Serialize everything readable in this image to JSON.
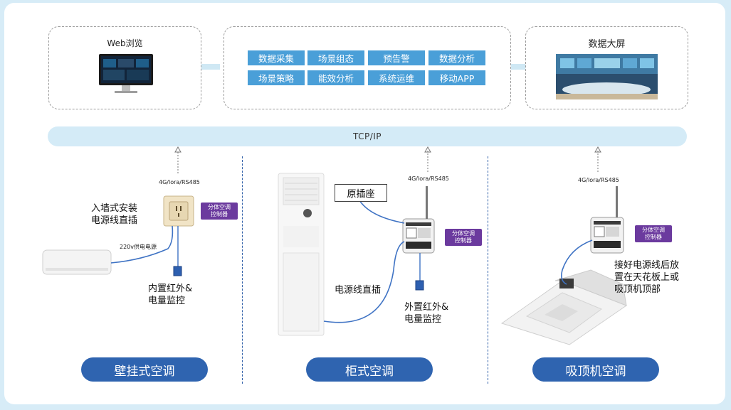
{
  "top": {
    "web_title": "Web浏览",
    "screen_title": "数据大屏",
    "functions": [
      "数据采集",
      "场景组态",
      "预告警",
      "数据分析",
      "场景策略",
      "能效分析",
      "系统运维",
      "移动APP"
    ]
  },
  "network": {
    "label": "TCP/IP"
  },
  "panels": [
    {
      "comm": "4G/lora/RS485",
      "install_note": [
        "入墙式安装",
        "电源线直插"
      ],
      "power_label": "220v供电电源",
      "sensor_note": [
        "内置红外&",
        "电量监控"
      ],
      "tag": [
        "分体空调",
        "控制器"
      ],
      "name": "壁挂式空调"
    },
    {
      "comm": "4G/lora/RS485",
      "socket_label": "原插座",
      "cable_note": "电源线直插",
      "sensor_note": [
        "外置红外&",
        "电量监控"
      ],
      "tag": [
        "分体空调",
        "控制器"
      ],
      "name": "柜式空调"
    },
    {
      "comm": "4G/lora/RS485",
      "install_note": [
        "接好电源线后放",
        "置在天花板上或",
        "吸顶机顶部"
      ],
      "tag": [
        "分体空调",
        "控制器"
      ],
      "name": "吸顶机空调"
    }
  ],
  "colors": {
    "accent": "#2f64b0",
    "button": "#4a9fd8",
    "tag": "#6b3a9e",
    "bar": "#d4ebf7"
  }
}
